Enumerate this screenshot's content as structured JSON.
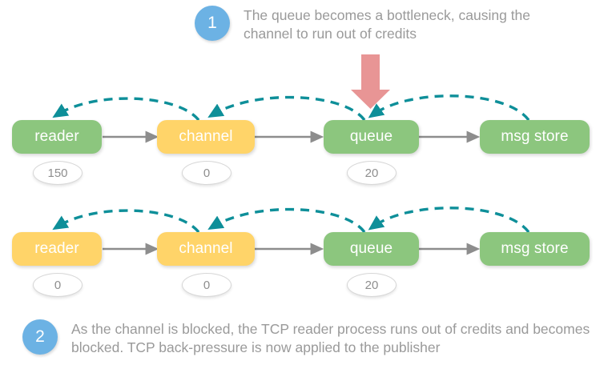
{
  "palette": {
    "green": "#8cc67e",
    "yellow": "#ffd469",
    "teal_dashed_arrow": "#0e8f99",
    "gray_arrow": "#8d8d8d",
    "red_arrow": "#e89595",
    "step_badge_blue": "#6cb2e4",
    "caption_gray": "#9a9a9a",
    "background": "#ffffff"
  },
  "steps": [
    {
      "number": "1",
      "text": "The queue becomes a bottleneck, causing the channel to run out of credits"
    },
    {
      "number": "2",
      "text": "As the channel is blocked, the TCP reader process runs out of credits and becomes blocked. TCP back-pressure is now applied to the publisher"
    }
  ],
  "rows": [
    {
      "name": "row-1",
      "nodes": [
        {
          "label": "reader",
          "color": "green",
          "credits": "150"
        },
        {
          "label": "channel",
          "color": "yellow",
          "credits": "0"
        },
        {
          "label": "queue",
          "color": "green",
          "credits": "20"
        },
        {
          "label": "msg store",
          "color": "green",
          "credits": null
        }
      ]
    },
    {
      "name": "row-2",
      "nodes": [
        {
          "label": "reader",
          "color": "yellow",
          "credits": "0"
        },
        {
          "label": "channel",
          "color": "yellow",
          "credits": "0"
        },
        {
          "label": "queue",
          "color": "green",
          "credits": "20"
        },
        {
          "label": "msg store",
          "color": "green",
          "credits": null
        }
      ]
    }
  ],
  "annotations": {
    "red_arrow": "down-arrow-pointing-at-queue"
  }
}
